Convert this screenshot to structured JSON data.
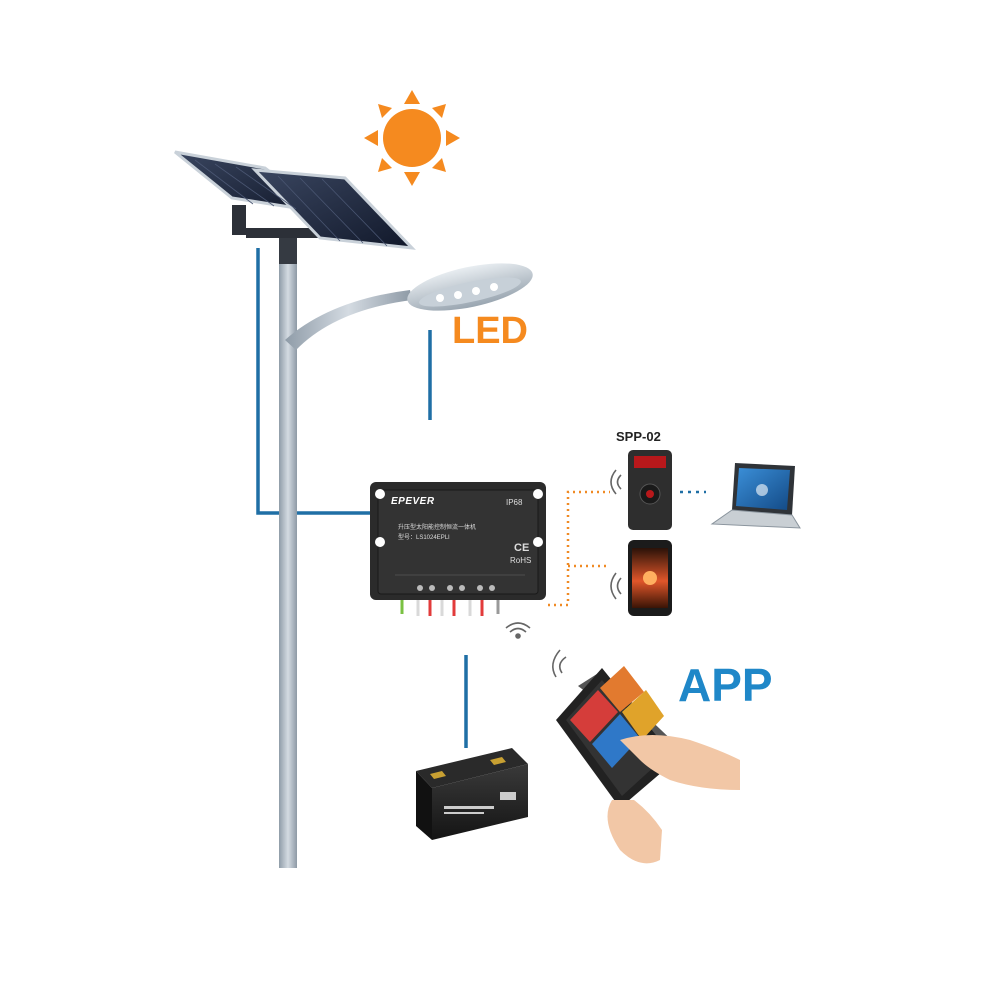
{
  "labels": {
    "led": "LED",
    "app": "APP",
    "spp": "SPP-02"
  },
  "controller": {
    "brand": "EPEVER",
    "rating": "IP68",
    "title_cn": "升压型太阳能控制恒流一体机",
    "model": "型号：LS1024EPLI",
    "ce": "CE",
    "rohs": "RoHS"
  },
  "colors": {
    "wire": "#1f6fa5",
    "dotted_link": "#f08a24",
    "sun": "#f58a1f",
    "led_text": "#f58a1f",
    "app_text": "#1f87c8",
    "pole": "#a9b6c2",
    "controller": "#2b2b2b"
  },
  "icons": [
    "sun-icon",
    "solar-panel-icon",
    "led-lamp-icon",
    "controller-icon",
    "battery-icon",
    "spp02-device-icon",
    "smartphone-icon",
    "laptop-icon",
    "tablet-icon",
    "wireless-icon"
  ]
}
